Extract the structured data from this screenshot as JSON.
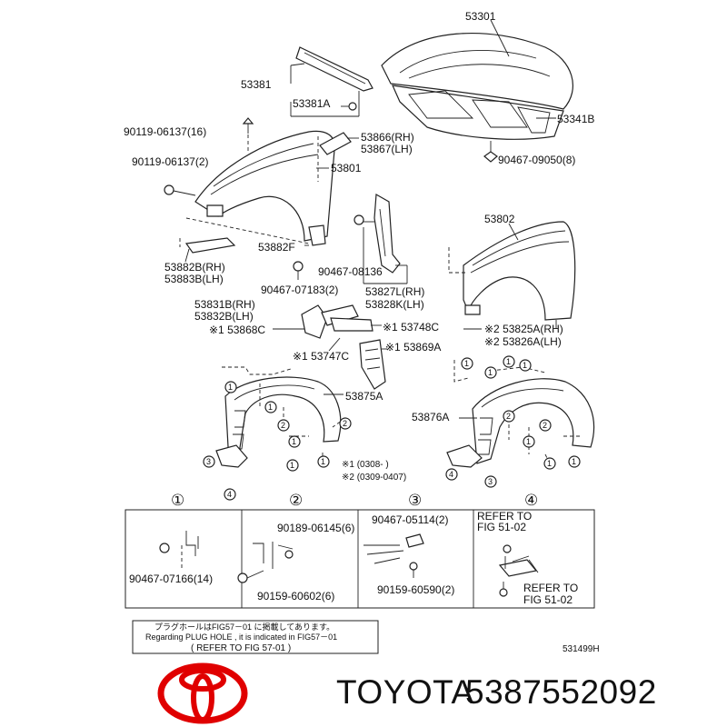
{
  "parts": {
    "p53301": "53301",
    "p53381": "53381",
    "p53381a": "53381A",
    "p53341b": "53341B",
    "p90119_16": "90119-06137(16)",
    "p90119_2": "90119-06137(2)",
    "p53866": "53866(RH)",
    "p53867": "53867(LH)",
    "p53801": "53801",
    "p90467_8": "90467-09050(8)",
    "p53802": "53802",
    "p53882f": "53882F",
    "p53882b": "53882B(RH)",
    "p53883b": "53883B(LH)",
    "p90467_08136": "90467-08136",
    "p90467_07183": "90467-07183(2)",
    "p53827l": "53827L(RH)",
    "p53828k": "53828K(LH)",
    "p53831b": "53831B(RH)",
    "p53832b": "53832B(LH)",
    "p53868c": "※1 53868C",
    "p53748c": "※1 53748C",
    "p53825a": "※2 53825A(RH)",
    "p53826a": "※2 53826A(LH)",
    "p53747c": "※1 53747C",
    "p53869a": "※1 53869A",
    "p53875a": "53875A",
    "p53876a": "53876A",
    "note1": "※1 (0308-      )",
    "note2": "※2 (0309-0407)"
  },
  "detail_boxes": [
    {
      "num": "①",
      "labels": [
        "90467-07166(14)"
      ]
    },
    {
      "num": "②",
      "labels": [
        "90189-06145(6)",
        "90159-60602(6)"
      ]
    },
    {
      "num": "③",
      "labels": [
        "90467-05114(2)",
        "90159-60590(2)"
      ]
    },
    {
      "num": "④",
      "labels": [
        "REFER TO",
        "FIG 51-02",
        "REFER TO",
        "FIG 51-02"
      ]
    }
  ],
  "callouts": {
    "c1": "1",
    "c2": "2",
    "c3": "3",
    "c4": "4"
  },
  "plug_note": {
    "line1": "プラグホールはFIG57－01 に掲載してあります。",
    "line2": "Regarding  PLUG HOLE , it is indicated in  FIG57－01",
    "line3": "( REFER TO FIG 57-01      )"
  },
  "figure_code": "531499H",
  "brand": {
    "name": "TOYOTA",
    "part_number": "5387552092",
    "logo_color": "#e00000"
  }
}
